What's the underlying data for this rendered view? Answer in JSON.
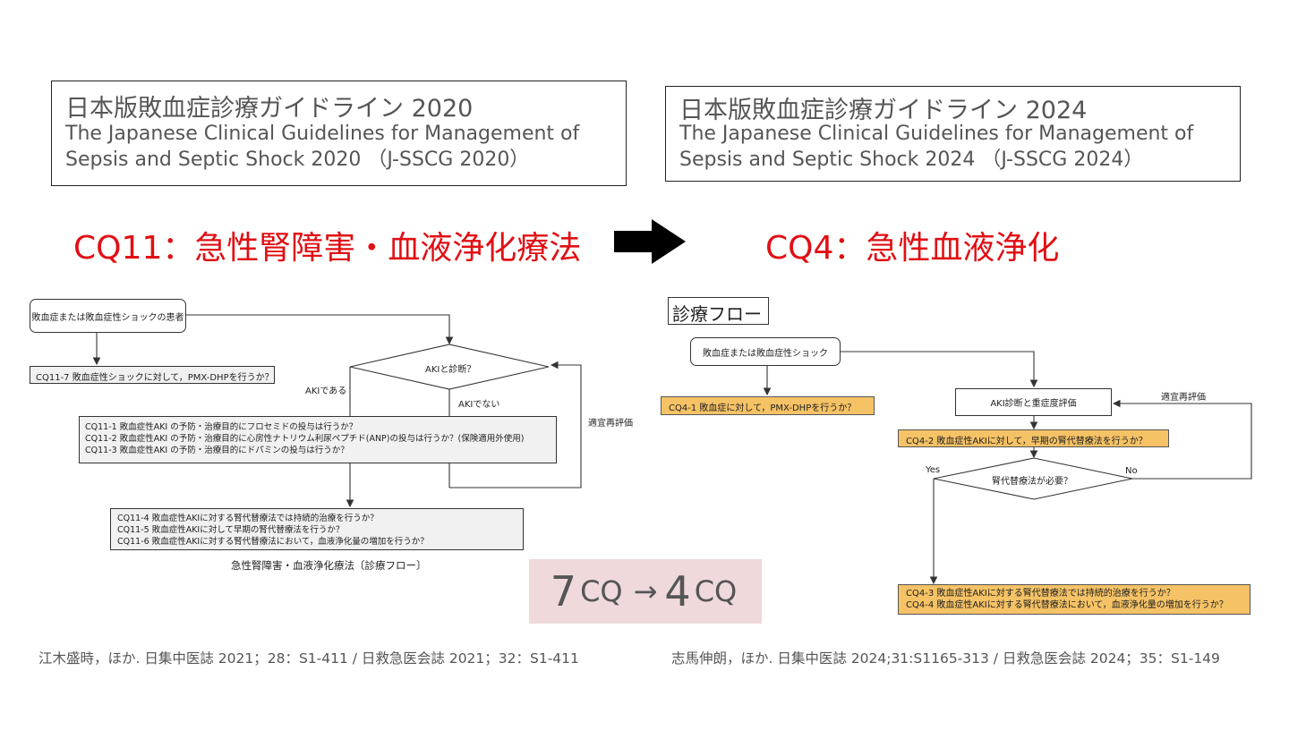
{
  "left_guideline": {
    "jp_title": "日本版敗血症診療ガイドライン 2020",
    "en_line1": "The Japanese Clinical Guidelines for Management of",
    "en_line2": "Sepsis and Septic Shock 2020 （J-SSCG 2020）"
  },
  "right_guideline": {
    "jp_title": "日本版敗血症診療ガイドライン 2024",
    "en_line1": "The Japanese Clinical Guidelines for Management of",
    "en_line2": "Sepsis and Septic Shock 2024 （J-SSCG 2024）"
  },
  "left_cq_title": "CQ11：急性腎障害・血液浄化療法",
  "right_cq_title": "CQ4：急性血液浄化",
  "colors": {
    "title_red": "#e00f14",
    "highlight_orange": "#f5c265",
    "reduction_bg": "#efd9da"
  },
  "left_flow": {
    "start": "敗血症または敗血症性ショックの患者",
    "decision": "AKIと診断？",
    "cq_pmx": "CQ11-7 敗血症性ショックに対して，PMX-DHPを行うか？",
    "label_aki_yes": "AKIである",
    "label_aki_no": "AKIでない",
    "label_reeval": "適宜再評価",
    "box1_lines": [
      "CQ11-1 敗血症性AKI の予防・治療目的にフロセミドの投与は行うか？",
      "CQ11-2 敗血症性AKI の予防・治療目的に心房性ナトリウム利尿ペプチド(ANP)の投与は行うか？(保険適用外使用)",
      "CQ11-3 敗血症性AKI の予防・治療目的にドパミンの投与は行うか？"
    ],
    "box2_lines": [
      "CQ11-4 敗血症性AKIに対する腎代替療法では持続的治療を行うか？",
      "CQ11-5 敗血症性AKIに対して早期の腎代替療法を行うか？",
      "CQ11-6 敗血症性AKIに対する腎代替療法において，血液浄化量の増加を行うか？"
    ],
    "caption": "急性腎障害・血液浄化療法〔診療フロー〕"
  },
  "right_flow": {
    "heading": "診療フロー",
    "start": "敗血症または敗血症性ショック",
    "cq_pmx": "CQ4-1 敗血症に対して，PMX-DHPを行うか？",
    "assess": "AKI診断と重症度評価",
    "label_reeval": "適宜再評価",
    "cq_early": "CQ4-2 敗血症性AKIに対して，早期の腎代替療法を行うか？",
    "decision": "腎代替療法が必要？",
    "label_yes": "Yes",
    "label_no": "No",
    "final_lines": [
      "CQ4-3 敗血症性AKIに対する腎代替療法では持続的治療を行うか？",
      "CQ4-4 敗血症性AKIに対する腎代替療法において，血液浄化量の増加を行うか？"
    ]
  },
  "reduction": {
    "from_num": "7",
    "to_num": "4",
    "unit": "CQ",
    "arrow": "→"
  },
  "citation_left": "江木盛時，ほか. 日集中医誌 2021；28：S1-411 / 日救急医会誌 2021；32：S1-411",
  "citation_right": "志馬伸朗，ほか. 日集中医誌 2024;31:S1165-313 / 日救急医会誌 2024；35：S1-149"
}
